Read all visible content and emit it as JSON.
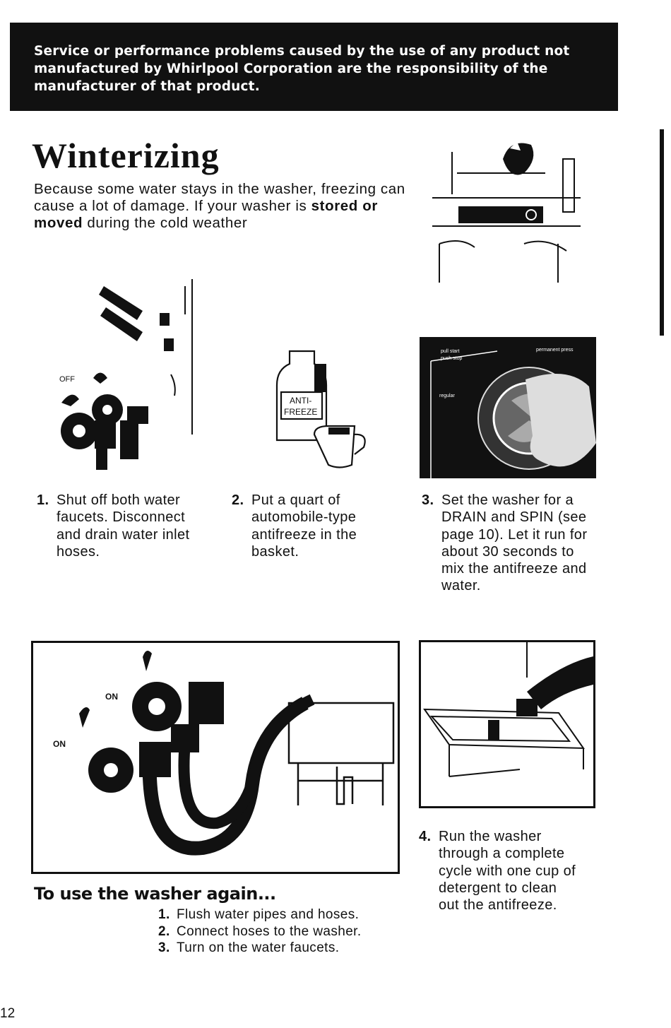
{
  "banner": {
    "text": "Service or performance problems caused by the use of any product not manufactured by Whirlpool Corporation are the responsibility of the manufacturer of that product."
  },
  "section": {
    "title": "Winterizing",
    "intro_text": "Because some water stays in the washer, freezing can cause a lot of damage. If your washer is",
    "intro_bold": "stored or moved",
    "intro_end": "during the cold weather"
  },
  "figures": {
    "fig1": {
      "off_label": "OFF"
    },
    "fig2": {
      "bottle_label_1": "ANTI-",
      "bottle_label_2": "FREEZE"
    },
    "fig3": {
      "dial_label_1": "pull start",
      "dial_label_2": "push stop",
      "dial_label_3": "regular",
      "dial_label_4": "permanent press"
    },
    "fig5": {
      "on_label_1": "ON",
      "on_label_2": "ON"
    }
  },
  "steps": [
    {
      "number": "1.",
      "text": "Shut off both water faucets. Disconnect and drain water inlet hoses."
    },
    {
      "number": "2.",
      "text": "Put a quart of automobile-type antifreeze in the basket."
    },
    {
      "number": "3.",
      "text": "Set the washer for a DRAIN and SPIN (see page 10). Let it run for about 30 seconds to mix the antifreeze and water."
    },
    {
      "number": "4.",
      "text": "Run the washer through a complete cycle with one cup of detergent to clean out the antifreeze."
    }
  ],
  "use_again": {
    "title": "To use the washer again...",
    "items": [
      {
        "number": "1.",
        "text": "Flush water pipes and hoses."
      },
      {
        "number": "2.",
        "text": "Connect hoses to the washer."
      },
      {
        "number": "3.",
        "text": "Turn on the water faucets."
      }
    ]
  },
  "page_number": "12",
  "colors": {
    "ink": "#111111",
    "paper": "#ffffff"
  }
}
